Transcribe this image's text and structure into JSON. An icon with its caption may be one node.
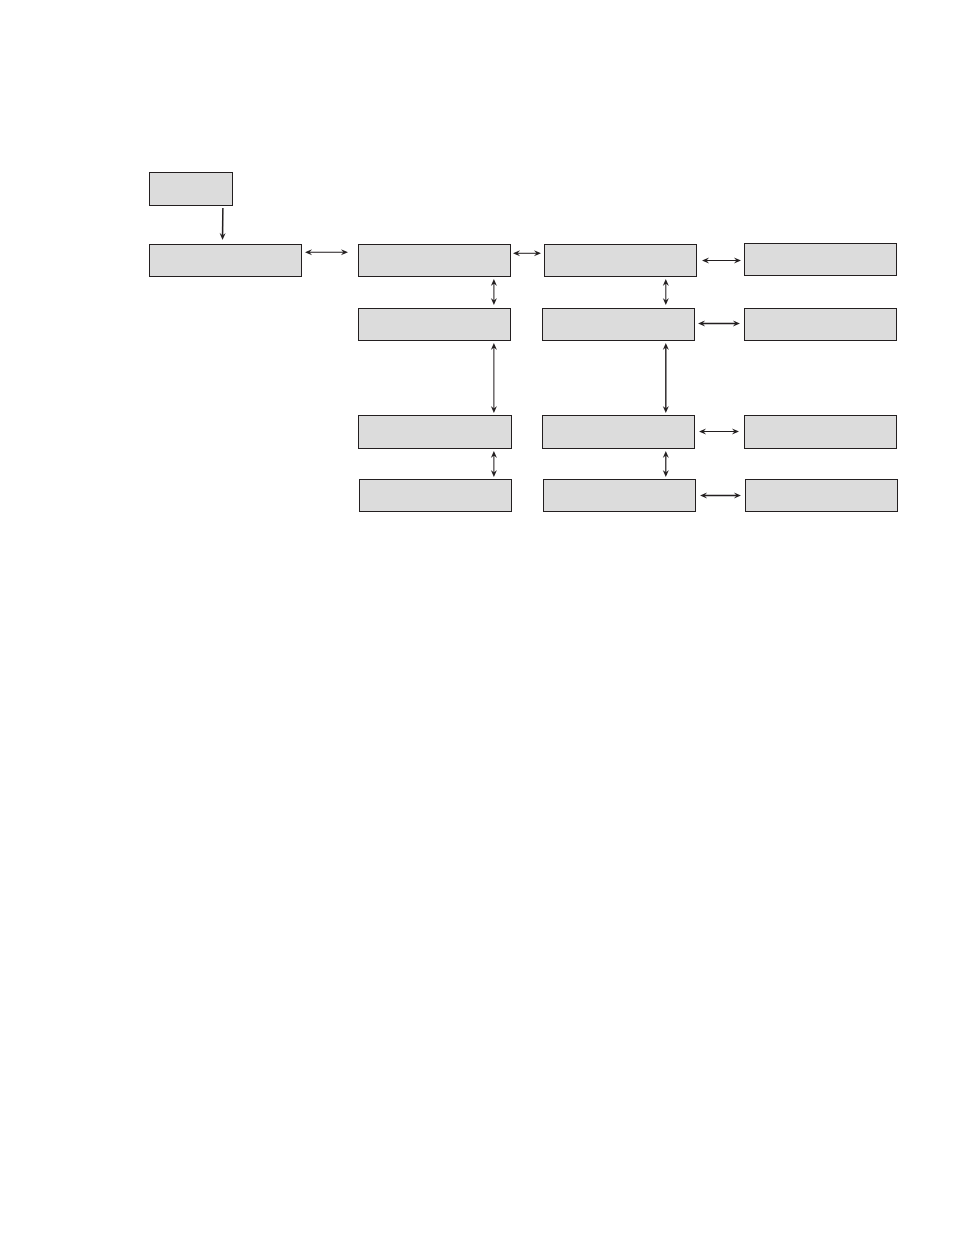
{
  "diagram": {
    "nodes": [
      {
        "text": [],
        "shape": "box"
      },
      {
        "text": [],
        "shape": "box"
      },
      {
        "text": [],
        "shape": "box"
      },
      {
        "text": [],
        "shape": "box"
      },
      {
        "text": [],
        "shape": "box"
      },
      {
        "text": [],
        "shape": "box"
      },
      {
        "text": [],
        "shape": "box"
      },
      {
        "text": [],
        "shape": "box"
      },
      {
        "text": [],
        "shape": "box"
      },
      {
        "text": [],
        "shape": "box"
      },
      {
        "text": [],
        "shape": "box"
      },
      {
        "text": [],
        "shape": "box"
      },
      {
        "text": [],
        "shape": "box"
      },
      {
        "text": [],
        "shape": "box"
      }
    ],
    "edges": [
      {
        "from": 0,
        "to": 1,
        "arrow": "to"
      },
      {
        "from": 1,
        "to": 2,
        "arrow": "both"
      },
      {
        "from": 2,
        "to": 3,
        "arrow": "both"
      },
      {
        "from": 3,
        "to": 4,
        "arrow": "both"
      },
      {
        "from": 2,
        "to": 5,
        "arrow": "both"
      },
      {
        "from": 3,
        "to": 6,
        "arrow": "both"
      },
      {
        "from": 6,
        "to": 7,
        "arrow": "both"
      },
      {
        "from": 5,
        "to": 8,
        "arrow": "both"
      },
      {
        "from": 6,
        "to": 9,
        "arrow": "both"
      },
      {
        "from": 9,
        "to": 10,
        "arrow": "both"
      },
      {
        "from": 8,
        "to": 11,
        "arrow": "both"
      },
      {
        "from": 9,
        "to": 12,
        "arrow": "both"
      },
      {
        "from": 12,
        "to": 13,
        "arrow": "both"
      }
    ]
  }
}
